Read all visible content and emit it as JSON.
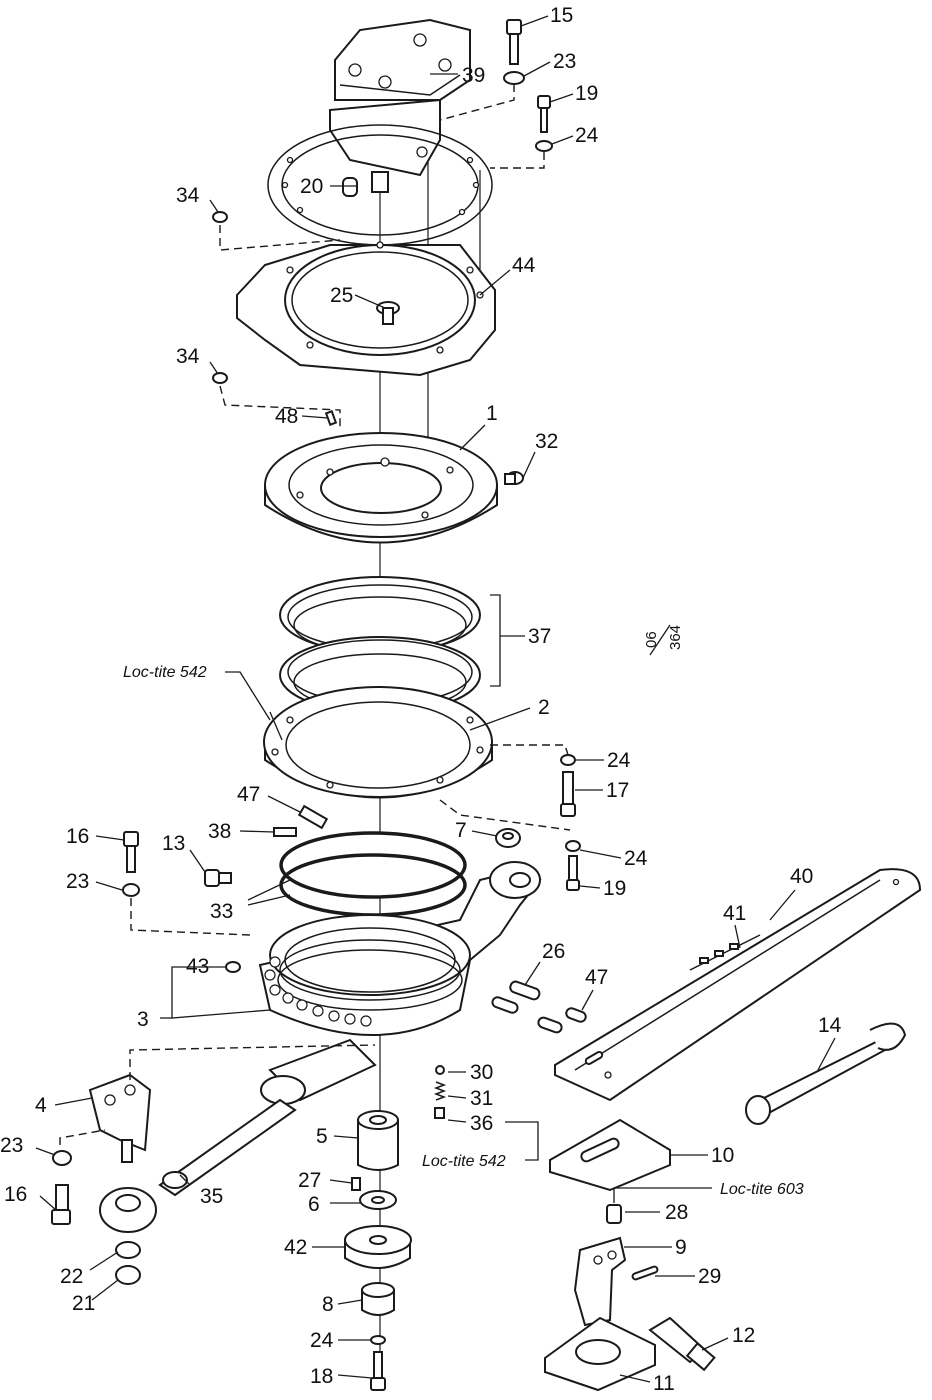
{
  "diagram": {
    "labels": {
      "l15": "15",
      "l23a": "23",
      "l19a": "19",
      "l24a": "24",
      "l39": "39",
      "l20": "20",
      "l34a": "34",
      "l44": "44",
      "l25": "25",
      "l34b": "34",
      "l48": "48",
      "l1": "1",
      "l32": "32",
      "l37": "37",
      "l2": "2",
      "l24b": "24",
      "l17": "17",
      "l47a": "47",
      "l38": "38",
      "l7": "7",
      "l24c": "24",
      "l16a": "16",
      "l13": "13",
      "l19b": "19",
      "l23b": "23",
      "l33": "33",
      "l40": "40",
      "l41": "41",
      "l26": "26",
      "l47b": "47",
      "l43": "43",
      "l3": "3",
      "l14": "14",
      "l30": "30",
      "l31": "31",
      "l36": "36",
      "l4": "4",
      "l5": "5",
      "l10": "10",
      "l23c": "23",
      "l27": "27",
      "l28": "28",
      "l35": "35",
      "l6": "6",
      "l16b": "16",
      "l42": "42",
      "l9": "9",
      "l22": "22",
      "l29": "29",
      "l21": "21",
      "l8": "8",
      "l12": "12",
      "l24d": "24",
      "l18": "18",
      "l11": "11"
    },
    "notes": {
      "loctite_542_top": "Loc-tite 542",
      "loctite_542_bottom": "Loc-tite 542",
      "loctite_603": "Loc-tite 603"
    },
    "drawing_code": {
      "top": "06",
      "bottom": "364"
    }
  }
}
